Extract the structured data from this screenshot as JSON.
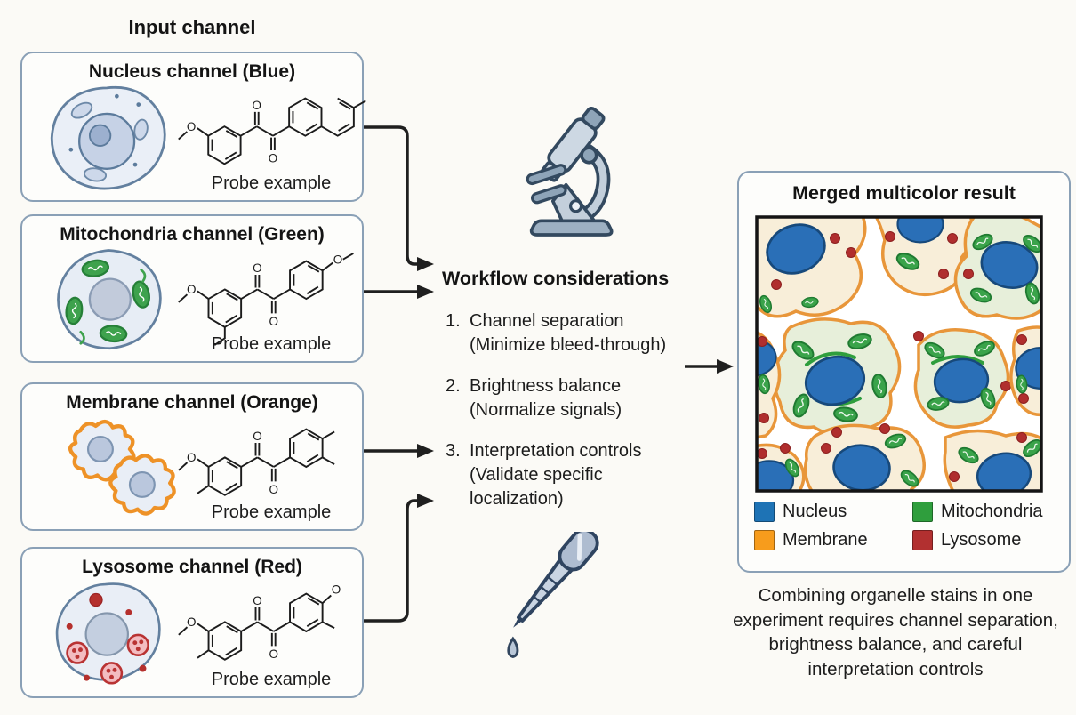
{
  "page": {
    "background": "#fbfaf6"
  },
  "atoms": {
    "o": "O"
  },
  "input": {
    "title": "Input channel",
    "channels": [
      {
        "id": "nucleus",
        "title": "Nucleus channel (Blue)",
        "probe_label": "Probe example",
        "accent": "#2a6fb7"
      },
      {
        "id": "mitochondria",
        "title": "Mitochondria channel (Green)",
        "probe_label": "Probe example",
        "accent": "#3aa34a"
      },
      {
        "id": "membrane",
        "title": "Membrane channel (Orange)",
        "probe_label": "Probe example",
        "accent": "#ee9227"
      },
      {
        "id": "lysosome",
        "title": "Lysosome channel (Red)",
        "probe_label": "Probe example",
        "accent": "#b02e2e"
      }
    ]
  },
  "workflow": {
    "heading": "Workflow considerations",
    "items": [
      {
        "number": "1.",
        "title": "Channel separation",
        "note": "(Minimize bleed-through)"
      },
      {
        "number": "2.",
        "title": "Brightness balance",
        "note": "(Normalize signals)"
      },
      {
        "number": "3.",
        "title": "Interpretation controls",
        "note": "(Validate specific localization)"
      }
    ],
    "icons": {
      "microscope": "microscope-icon",
      "pipette": "pipette-icon"
    }
  },
  "result": {
    "title": "Merged multicolor result",
    "legend": [
      {
        "label": "Nucleus",
        "color": "#1e73b5"
      },
      {
        "label": "Mitochondria",
        "color": "#2f9e3d"
      },
      {
        "label": "Membrane",
        "color": "#f79c1c"
      },
      {
        "label": "Lysosome",
        "color": "#b23030"
      }
    ],
    "caption": "Combining organelle stains in one experiment requires channel separation, brightness balance, and careful interpretation controls"
  }
}
